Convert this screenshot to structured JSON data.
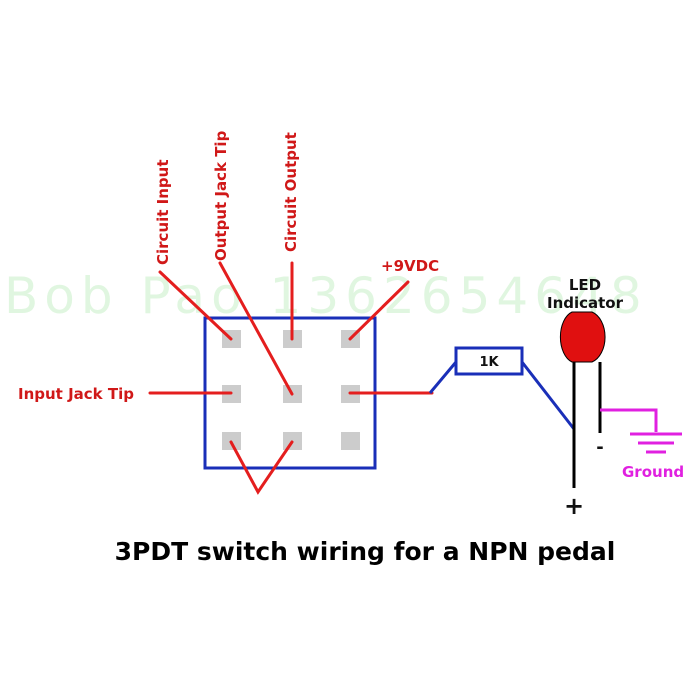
{
  "title": "3PDT switch wiring for a NPN pedal",
  "watermark": "Bob Pao 1362654648",
  "switch_labels": {
    "circuit_input": "Circuit Input",
    "output_jack_tip": "Output Jack Tip",
    "circuit_output": "Circuit Output",
    "power": "+9VDC",
    "input_jack_tip": "Input Jack Tip"
  },
  "resistor": {
    "value": "1K"
  },
  "led": {
    "label_line1": "LED",
    "label_line2": "Indicator",
    "plus": "+",
    "minus": "-"
  },
  "ground": {
    "label": "Ground"
  },
  "colors": {
    "wire_red": "#e41e1e",
    "wire_blue": "#1a2fb8",
    "wire_black": "#000000",
    "led_red": "#e01010",
    "ground_magenta": "#e020e0",
    "lug_gray": "#cccccc"
  }
}
